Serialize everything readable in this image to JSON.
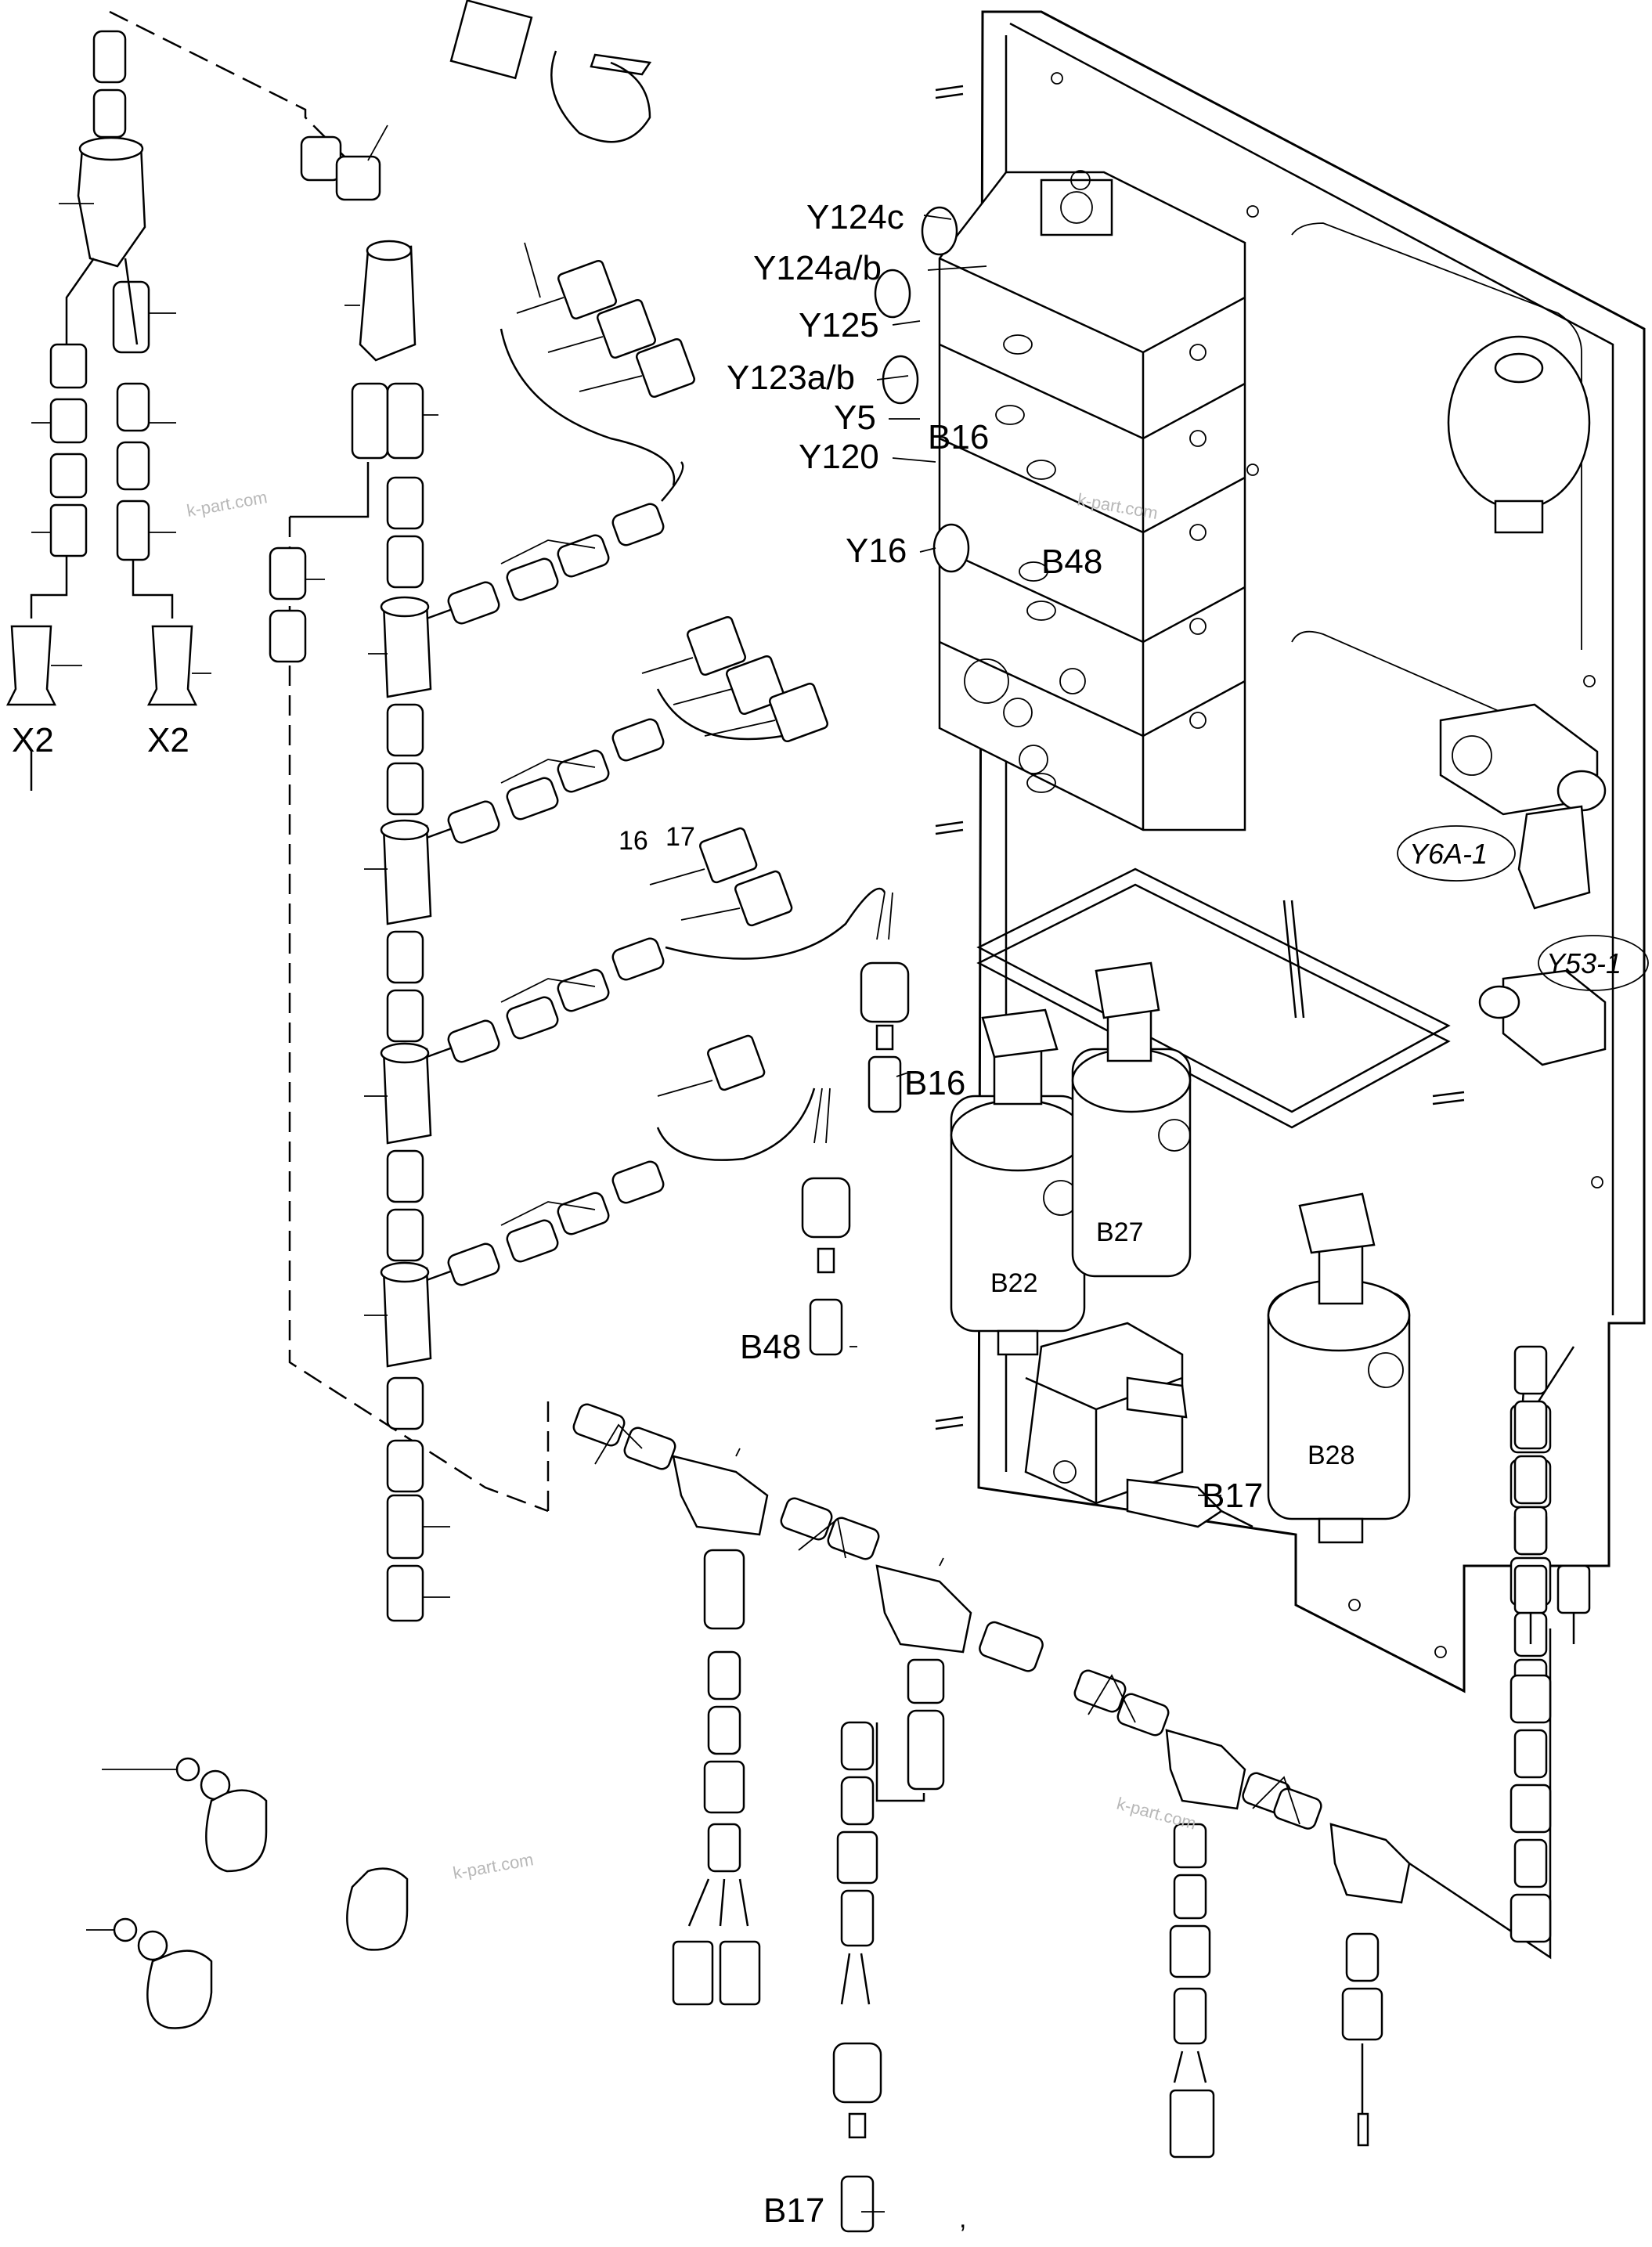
{
  "labels": {
    "x2_left": "X2",
    "x2_right": "X2",
    "y124c": "Y124c",
    "y124ab": "Y124a/b",
    "y125": "Y125",
    "y123ab": "Y123a/b",
    "y5": "Y5",
    "b16_top": "B16",
    "y120": "Y120",
    "y16": "Y16",
    "b48_top": "B48",
    "y6a1": "Y6A-1",
    "y531": "Y53-1",
    "n16": "16",
    "n17": "17",
    "b16_mid": "B16",
    "b27": "B27",
    "b22": "B22",
    "b48_mid": "B48",
    "b28": "B28",
    "b17_mid": "B17",
    "b17_bottom": "B17",
    "mark_comma": ","
  },
  "watermarks": {
    "wm1": "k-part.com",
    "wm2": "k-part.com",
    "wm3": "k-part.com",
    "wm4": "k-part.com"
  }
}
